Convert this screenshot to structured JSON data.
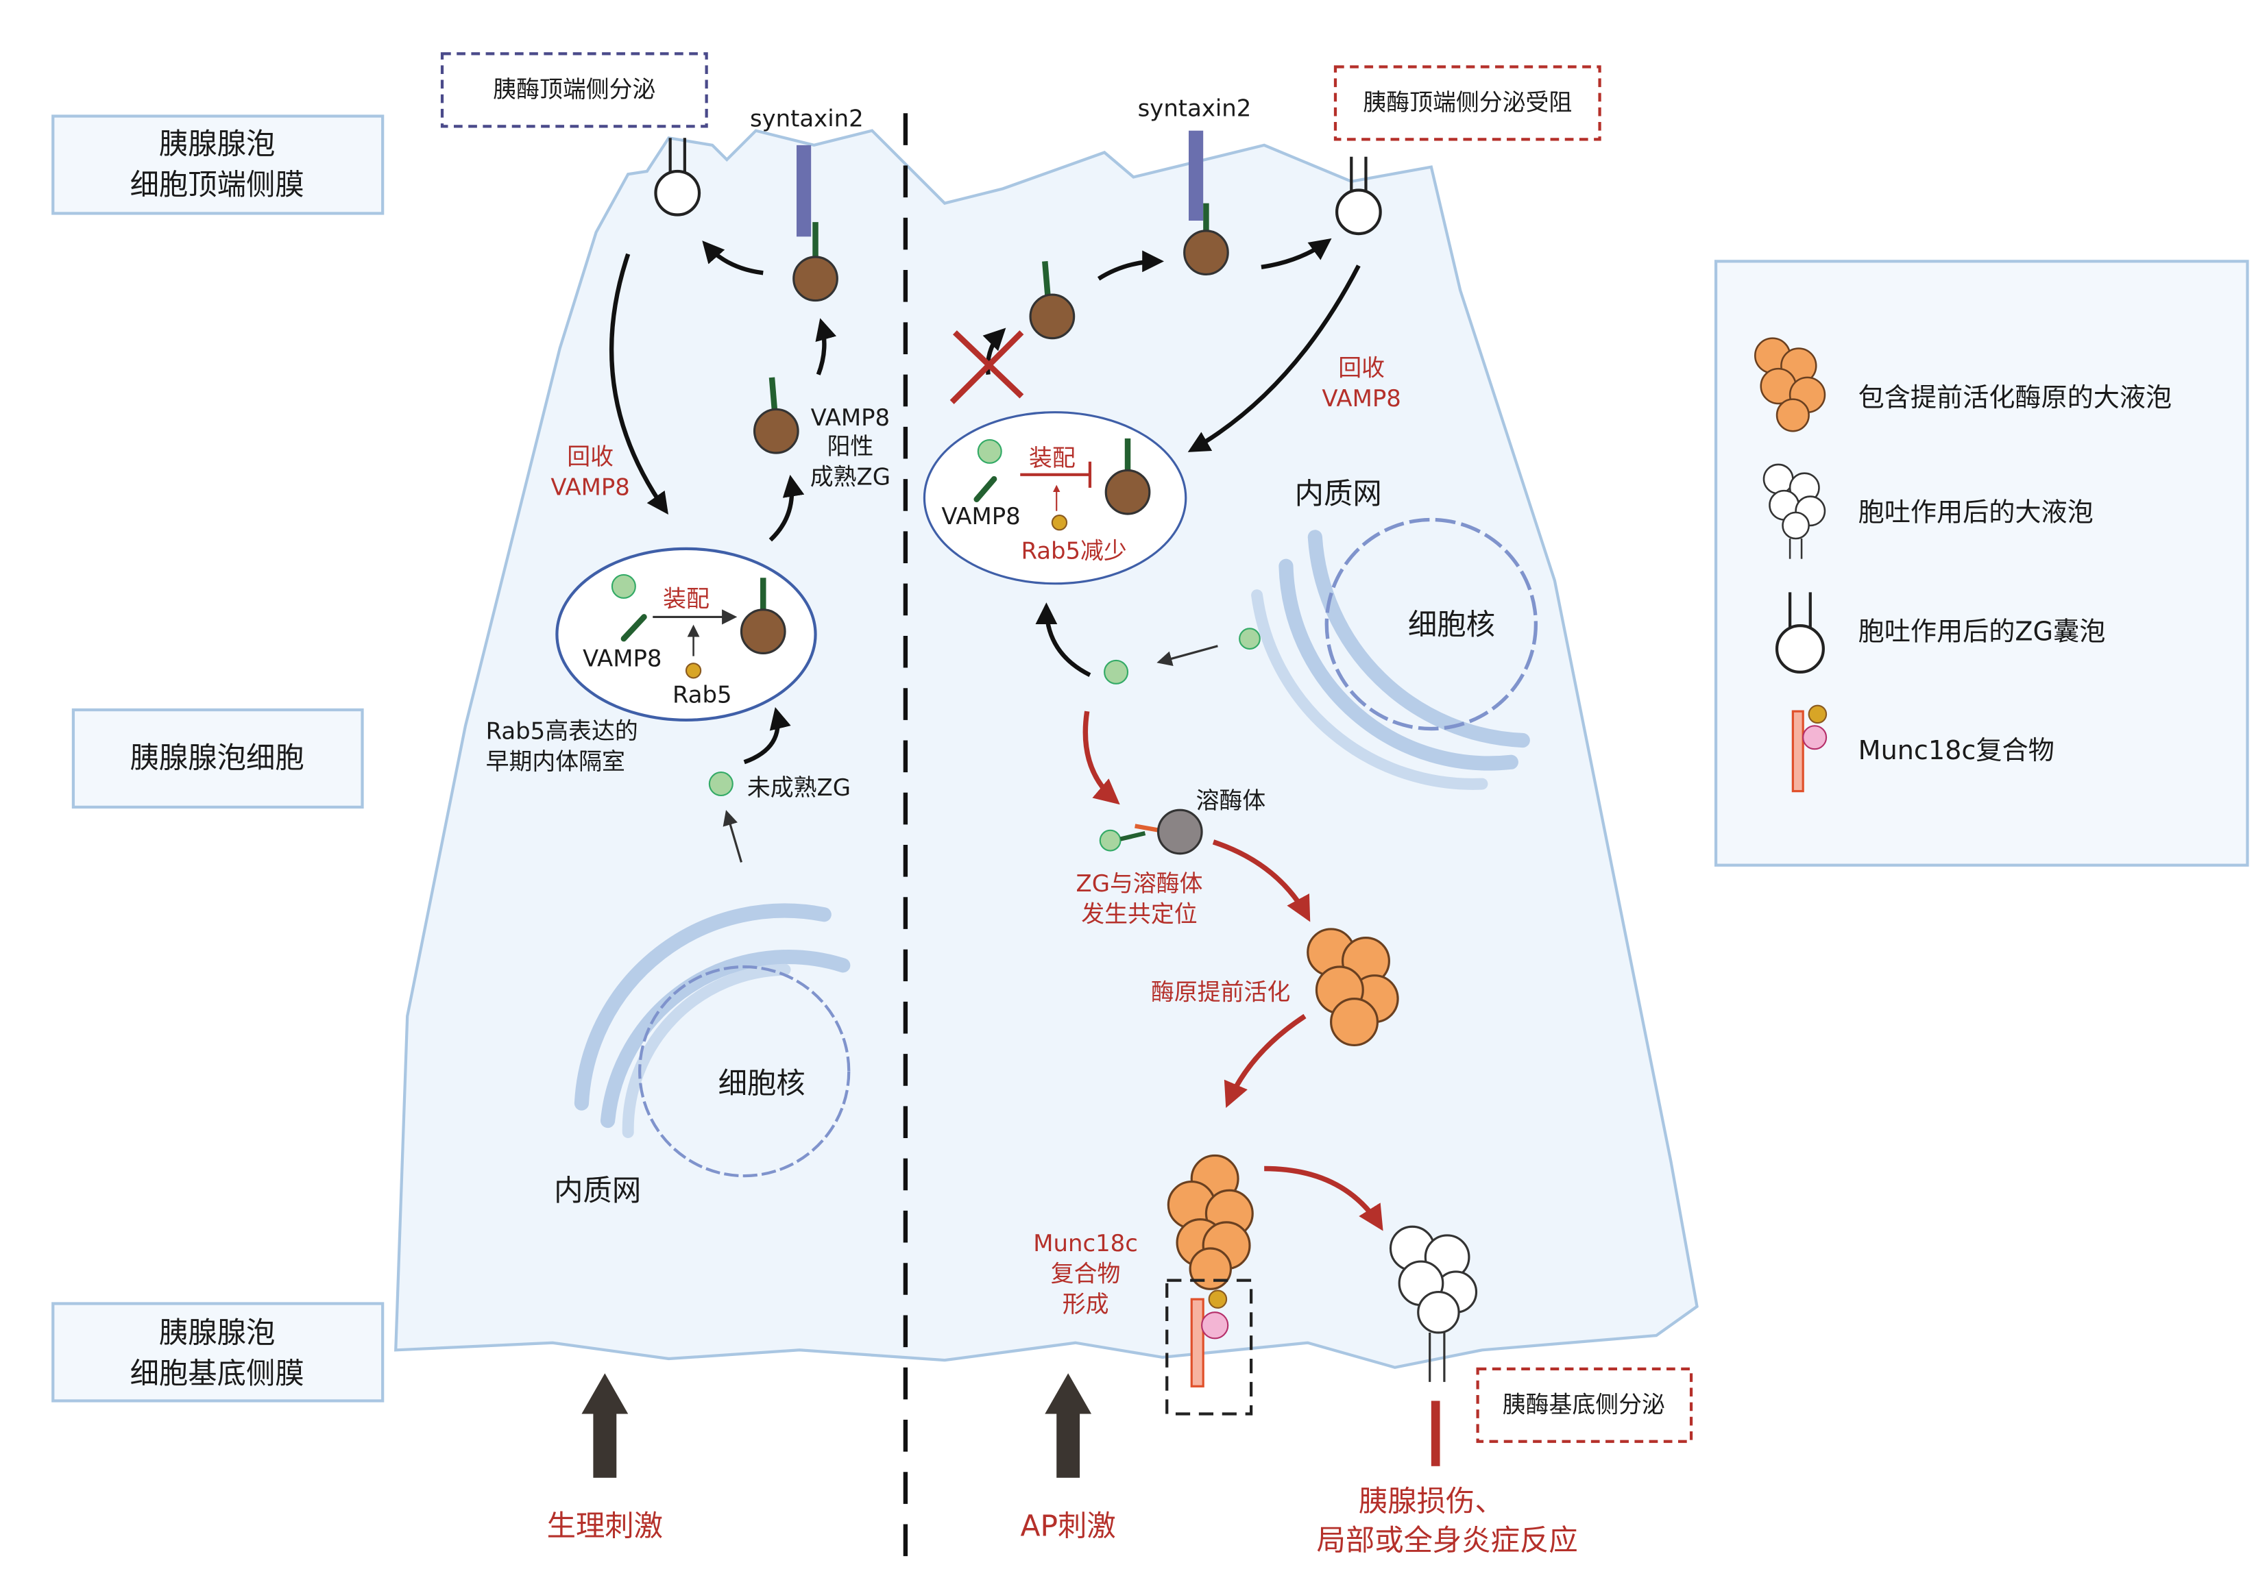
{
  "colors": {
    "cell": "#eef5fc",
    "cell_border": "#a9c6e2",
    "zg_brown": "#8a5c38",
    "zg_green": "#a8d5a0",
    "vamp8": "#236030",
    "rab5": "#d8a526",
    "zymogen": "#f3a25c",
    "accent_red": "#b5302a",
    "syntaxin": "#6a6fae",
    "munc18c_bar": "#f6b3a0",
    "munc18c_pink": "#f3b5d4"
  },
  "side_labels": {
    "apical": [
      "胰腺腺泡",
      "细胞顶端侧膜"
    ],
    "cell": "胰腺腺泡细胞",
    "basal": [
      "胰腺腺泡",
      "细胞基底侧膜"
    ]
  },
  "left": {
    "apical_secretion": "胰酶顶端侧分泌",
    "syntaxin2": "syntaxin2",
    "recycle": [
      "回收",
      "VAMP8"
    ],
    "vamp8_positive": [
      "VAMP8",
      "阳性",
      "成熟ZG"
    ],
    "endosome": {
      "assembly": "装配",
      "vamp8": "VAMP8",
      "rab5": "Rab5"
    },
    "endosome_label": [
      "Rab5高表达的",
      "早期内体隔室"
    ],
    "immature_zg": "未成熟ZG",
    "nucleus": "细胞核",
    "er": "内质网",
    "stimulus": "生理刺激"
  },
  "right": {
    "apical_blocked": "胰酶顶端侧分泌受阻",
    "syntaxin2": "syntaxin2",
    "recycle": [
      "回收",
      "VAMP8"
    ],
    "endosome": {
      "assembly": "装配",
      "vamp8": "VAMP8",
      "rab5": "Rab5减少"
    },
    "er": "内质网",
    "nucleus": "细胞核",
    "lysosome": "溶酶体",
    "colocalization": [
      "ZG与溶酶体",
      "发生共定位"
    ],
    "activation": "酶原提前活化",
    "munc18c": [
      "Munc18c",
      "复合物",
      "形成"
    ],
    "basal_secretion": "胰酶基底侧分泌",
    "stimulus": "AP刺激",
    "outcome": [
      "胰腺损伤、",
      "局部或全身炎症反应"
    ]
  },
  "legend": [
    {
      "icon": "zymogen-vacuole-icon",
      "label": "包含提前活化酶原的大液泡"
    },
    {
      "icon": "post-exocytosis-vacuole-icon",
      "label": "胞吐作用后的大液泡"
    },
    {
      "icon": "post-exocytosis-zg-icon",
      "label": "胞吐作用后的ZG囊泡"
    },
    {
      "icon": "munc18c-complex-icon",
      "label": "Munc18c复合物"
    }
  ]
}
